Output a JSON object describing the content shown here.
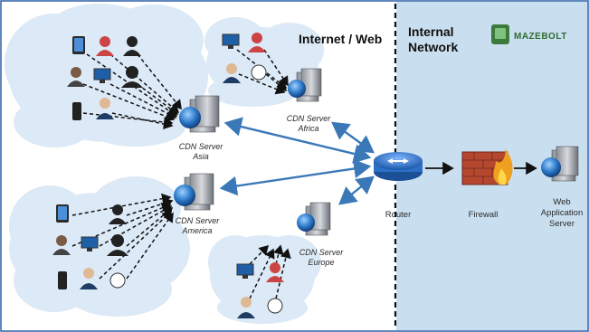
{
  "zones": {
    "internet": "Internet / Web",
    "internal_line1": "Internal",
    "internal_line2": "Network"
  },
  "brand": {
    "name": "MAZEBOLT"
  },
  "cdn_servers": {
    "asia": {
      "line1": "CDN Server",
      "line2": "Asia"
    },
    "africa": {
      "line1": "CDN Server",
      "line2": "Africa"
    },
    "america": {
      "line1": "CDN Server",
      "line2": "America"
    },
    "europe": {
      "line1": "CDN Server",
      "line2": "Europe"
    }
  },
  "devices": {
    "router": "Router",
    "firewall": "Firewall",
    "web_app_line1": "Web",
    "web_app_line2": "Application",
    "web_app_line3": "Server"
  },
  "colors": {
    "cloud": "#dce9f6",
    "internal_bg": "#c9dff0",
    "arrow_blue": "#3a78b8",
    "dashed": "#111111",
    "firewall": "#b5472f",
    "router": "#2c6fc7"
  }
}
